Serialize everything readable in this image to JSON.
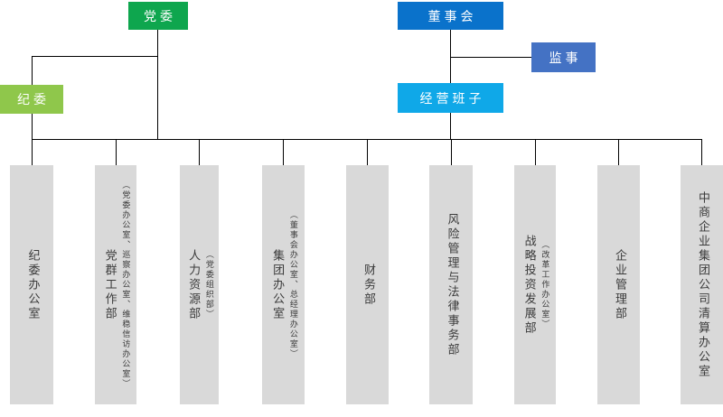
{
  "org_chart": {
    "top_nodes": [
      {
        "id": "party-committee",
        "label": "党委",
        "color": "#0EA64E"
      },
      {
        "id": "board-of-directors",
        "label": "董事会",
        "color": "#0A72CB"
      },
      {
        "id": "supervisors",
        "label": "监事",
        "color": "#4472C4"
      },
      {
        "id": "discipline-committee",
        "label": "纪委",
        "color": "#8FC74B"
      },
      {
        "id": "management-team",
        "label": "经营班子",
        "color": "#0FA8E8"
      }
    ],
    "departments": [
      {
        "main": "纪委办公室",
        "sub": ""
      },
      {
        "main": "党群工作部",
        "sub": "（党委办公室、巡察办公室、维稳信访办公室）"
      },
      {
        "main": "人力资源部",
        "sub": "（党委组织部）"
      },
      {
        "main": "集团办公室",
        "sub": "（董事会办公室、总经理办公室）"
      },
      {
        "main": "财务部",
        "sub": ""
      },
      {
        "main": "风险管理与法律事务部",
        "sub": ""
      },
      {
        "main": "战略投资发展部",
        "sub": "（改革工作办公室）"
      },
      {
        "main": "企业管理部",
        "sub": ""
      },
      {
        "main": "中商企业集团公司清算办公室",
        "sub": ""
      }
    ],
    "colors": {
      "department_fill": "#D9D9D9",
      "department_text": "#3B3B3B",
      "node_text": "#FFFFFF",
      "connector": "#000000"
    }
  }
}
